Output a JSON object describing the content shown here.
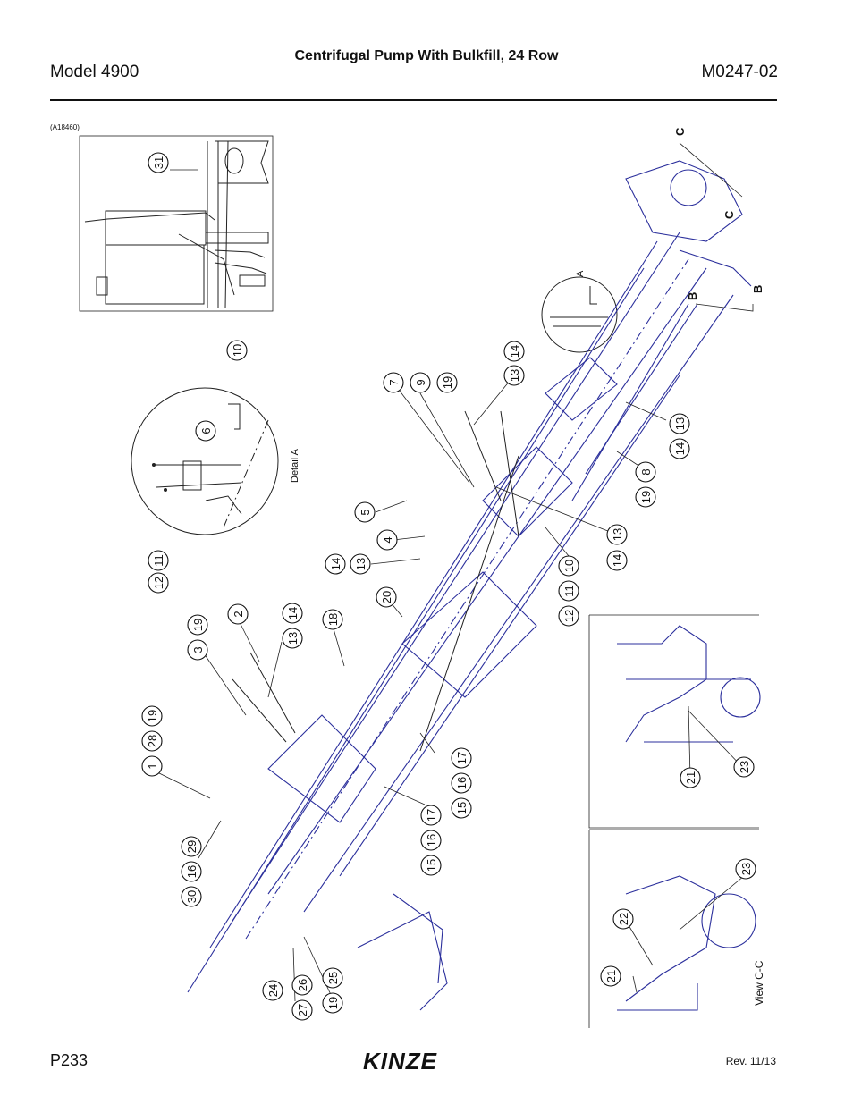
{
  "header": {
    "model": "Model 4900",
    "title": "Centrifugal Pump With Bulkfill, 24 Row",
    "part_number": "M0247-02"
  },
  "figure_ref": "(A18460)",
  "labels": {
    "detail_a": "Detail A",
    "view_cc": "View C-C",
    "section_a": "A",
    "section_b1": "B",
    "section_b2": "B",
    "section_c1": "C",
    "section_c2": "C"
  },
  "callouts": [
    {
      "id": "c31",
      "text": "31"
    },
    {
      "id": "c10a",
      "text": "10"
    },
    {
      "id": "c6",
      "text": "6"
    },
    {
      "id": "c12a",
      "text": "12"
    },
    {
      "id": "c11a",
      "text": "11"
    },
    {
      "id": "c7",
      "text": "7"
    },
    {
      "id": "c9",
      "text": "9"
    },
    {
      "id": "c19a",
      "text": "19"
    },
    {
      "id": "c13a",
      "text": "13"
    },
    {
      "id": "c14a",
      "text": "14"
    },
    {
      "id": "c5",
      "text": "5"
    },
    {
      "id": "c4",
      "text": "4"
    },
    {
      "id": "c14b",
      "text": "14"
    },
    {
      "id": "c13b",
      "text": "13"
    },
    {
      "id": "c14c",
      "text": "14"
    },
    {
      "id": "c13c",
      "text": "13"
    },
    {
      "id": "c10b",
      "text": "10"
    },
    {
      "id": "c11b",
      "text": "11"
    },
    {
      "id": "c12b",
      "text": "12"
    },
    {
      "id": "c13d",
      "text": "13"
    },
    {
      "id": "c14d",
      "text": "14"
    },
    {
      "id": "c8",
      "text": "8"
    },
    {
      "id": "c19b",
      "text": "19"
    },
    {
      "id": "c20",
      "text": "20"
    },
    {
      "id": "c18",
      "text": "18"
    },
    {
      "id": "c2",
      "text": "2"
    },
    {
      "id": "c3",
      "text": "3"
    },
    {
      "id": "c19c",
      "text": "19"
    },
    {
      "id": "c13e",
      "text": "13"
    },
    {
      "id": "c14e",
      "text": "14"
    },
    {
      "id": "c1",
      "text": "1"
    },
    {
      "id": "c28",
      "text": "28"
    },
    {
      "id": "c19d",
      "text": "19"
    },
    {
      "id": "c17a",
      "text": "17"
    },
    {
      "id": "c16a",
      "text": "16"
    },
    {
      "id": "c15a",
      "text": "15"
    },
    {
      "id": "c17b",
      "text": "17"
    },
    {
      "id": "c16b",
      "text": "16"
    },
    {
      "id": "c15b",
      "text": "15"
    },
    {
      "id": "c29",
      "text": "29"
    },
    {
      "id": "c16c",
      "text": "16"
    },
    {
      "id": "c30",
      "text": "30"
    },
    {
      "id": "c24",
      "text": "24"
    },
    {
      "id": "c26",
      "text": "26"
    },
    {
      "id": "c27",
      "text": "27"
    },
    {
      "id": "c25",
      "text": "25"
    },
    {
      "id": "c19e",
      "text": "19"
    },
    {
      "id": "c21a",
      "text": "21"
    },
    {
      "id": "c23a",
      "text": "23"
    },
    {
      "id": "c22",
      "text": "22"
    },
    {
      "id": "c21b",
      "text": "21"
    },
    {
      "id": "c23b",
      "text": "23"
    }
  ],
  "footer": {
    "page": "P233",
    "brand": "KINZE",
    "revision": "Rev. 11/13"
  }
}
